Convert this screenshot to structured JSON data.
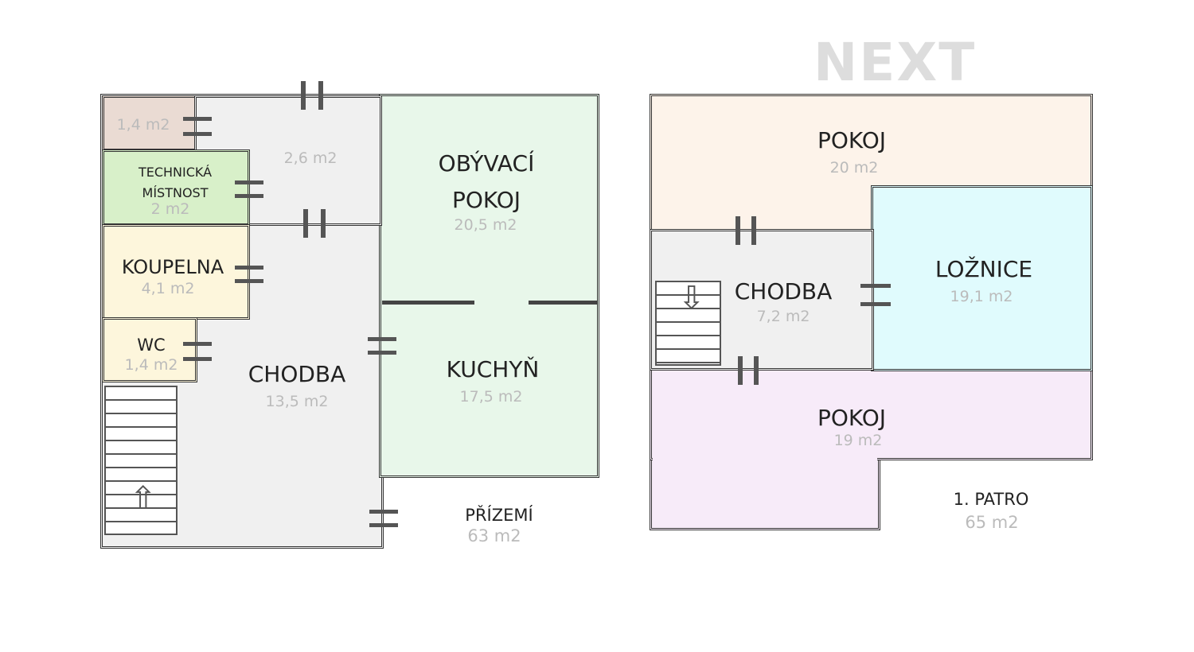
{
  "logo": "NEXT",
  "ground_floor": {
    "label": "PŘÍZEMÍ",
    "area": "63 m2",
    "rooms": [
      {
        "name": "",
        "area": "1,4 m2"
      },
      {
        "name": "",
        "area": "2,6 m2"
      },
      {
        "name": "TECHNICKÁ MÍSTNOST",
        "area": "2 m2"
      },
      {
        "name": "KOUPELNA",
        "area": "4,1 m2"
      },
      {
        "name": "WC",
        "area": "1,4 m2"
      },
      {
        "name": "CHODBA",
        "area": "13,5 m2"
      },
      {
        "name": "OBÝVACÍ POKOJ",
        "area": "20,5 m2"
      },
      {
        "name": "KUCHYŇ",
        "area": "17,5 m2"
      }
    ]
  },
  "first_floor": {
    "label": "1. PATRO",
    "area": "65 m2",
    "rooms": [
      {
        "name": "POKOJ",
        "area": "20 m2"
      },
      {
        "name": "CHODBA",
        "area": "7,2 m2"
      },
      {
        "name": "LOŽNICE",
        "area": "19,1 m2"
      },
      {
        "name": "POKOJ",
        "area": "19 m2"
      }
    ]
  },
  "colors": {
    "storage": "#eadbd3",
    "hall": "#f0f0f0",
    "technical": "#d8f0c9",
    "bath": "#fdf6dc",
    "living": "#e8f7ea",
    "room_top": "#fdf3ea",
    "bedroom": "#e0fbfd",
    "room_bottom": "#f7ebf9"
  }
}
